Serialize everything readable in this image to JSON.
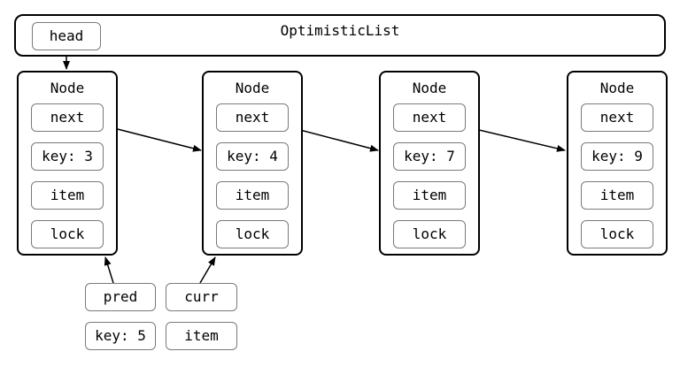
{
  "list": {
    "title": "OptimisticList",
    "head_label": "head"
  },
  "nodes": [
    {
      "title": "Node",
      "next": "next",
      "key": "key: 3",
      "item": "item",
      "lock": "lock"
    },
    {
      "title": "Node",
      "next": "next",
      "key": "key: 4",
      "item": "item",
      "lock": "lock"
    },
    {
      "title": "Node",
      "next": "next",
      "key": "key: 7",
      "item": "item",
      "lock": "lock"
    },
    {
      "title": "Node",
      "next": "next",
      "key": "key: 9",
      "item": "item",
      "lock": "lock"
    }
  ],
  "pred": {
    "label": "pred",
    "key": "key: 5"
  },
  "curr": {
    "label": "curr",
    "item": "item"
  }
}
